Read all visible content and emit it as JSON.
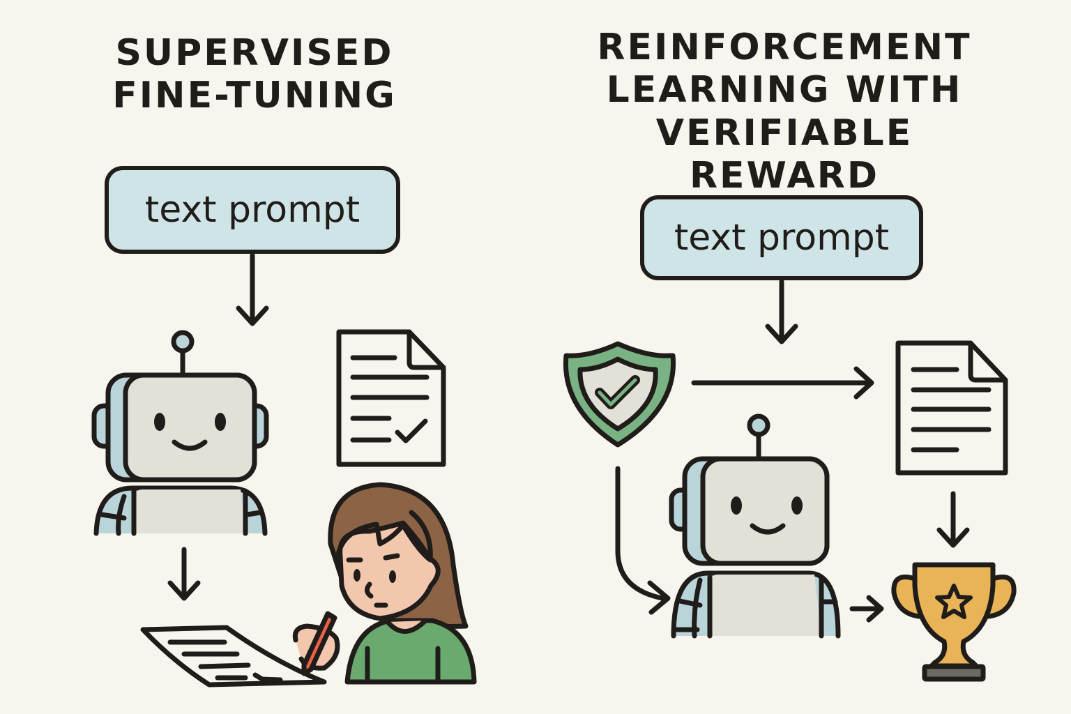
{
  "panels": {
    "left": {
      "title": "SUPERVISED FINE-TUNING",
      "prompt_label": "text prompt",
      "elements": [
        "text-prompt-box",
        "robot",
        "reference-document-with-check",
        "human-annotator-writing",
        "annotated-response-sheet"
      ]
    },
    "right": {
      "title": "REINFORCEMENT LEARNING WITH VERIFIABLE REWARD",
      "prompt_label": "text prompt",
      "elements": [
        "text-prompt-box",
        "verifier-shield-check",
        "generated-document",
        "robot",
        "trophy-reward"
      ]
    }
  },
  "colors": {
    "background": "#f8f5ee",
    "outline": "#1f1c1a",
    "prompt_fill": "#cfe4e6",
    "robot_body": "#e3e0d8",
    "robot_accent": "#b9d5da",
    "shield_green": "#79b383",
    "trophy_gold": "#e9b458",
    "hair_brown": "#8c6445",
    "skin": "#f2c7ad",
    "shirt_green": "#6aaa6e",
    "pencil_red": "#e8624a"
  }
}
